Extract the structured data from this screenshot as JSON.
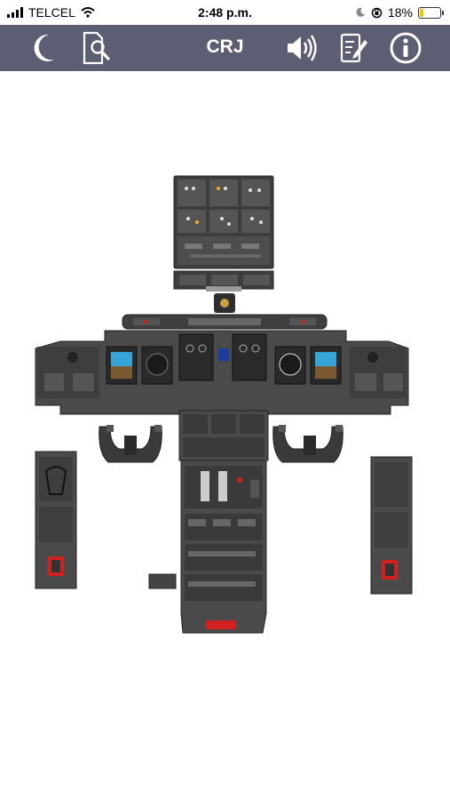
{
  "status_bar": {
    "carrier": "TELCEL",
    "time": "2:48 p.m.",
    "battery_percent": "18%",
    "battery_level": 0.18,
    "battery_color": "#f5c400"
  },
  "toolbar": {
    "title": "CRJ",
    "background": "#5d5d73",
    "buttons": [
      {
        "name": "night-mode-button",
        "icon": "moon-icon"
      },
      {
        "name": "search-button",
        "icon": "document-search-icon"
      },
      {
        "name": "sound-button",
        "icon": "speaker-icon"
      },
      {
        "name": "notes-button",
        "icon": "notepad-pencil-icon"
      },
      {
        "name": "info-button",
        "icon": "info-icon"
      }
    ]
  },
  "cockpit": {
    "aircraft": "CRJ",
    "panel_color": "#4a4a4a",
    "screen_color": "#35a5d8",
    "warning_color": "#d02020"
  }
}
